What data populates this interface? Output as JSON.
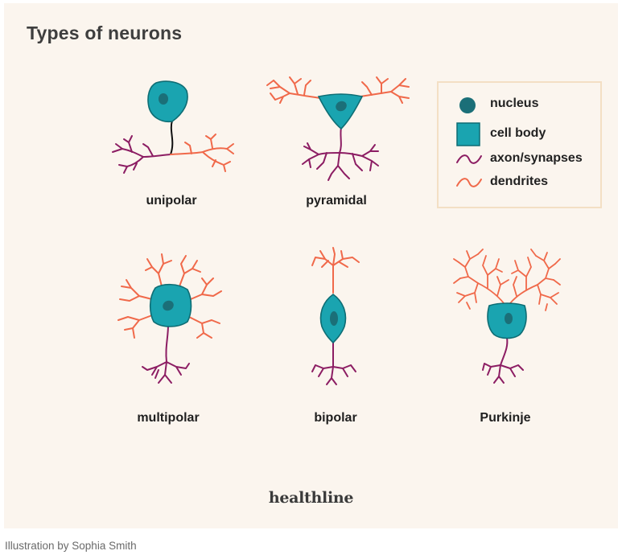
{
  "title": "Types of neurons",
  "labels": {
    "unipolar": "unipolar",
    "pyramidal": "pyramidal",
    "multipolar": "multipolar",
    "bipolar": "bipolar",
    "purkinje": "Purkinje"
  },
  "legend": {
    "items": [
      {
        "icon": "nucleus-icon",
        "label": "nucleus"
      },
      {
        "icon": "cell-body-icon",
        "label": "cell body"
      },
      {
        "icon": "axon-icon",
        "label": "axon/synapses"
      },
      {
        "icon": "dendrite-icon",
        "label": "dendrites"
      }
    ]
  },
  "colors": {
    "cell_body": "#1aa4b0",
    "nucleus": "#1b6f78",
    "axon": "#8c1d63",
    "dendrite": "#f0694a",
    "background": "#fbf5ee"
  },
  "brand": "healthline",
  "credit": "Illustration by Sophia Smith"
}
